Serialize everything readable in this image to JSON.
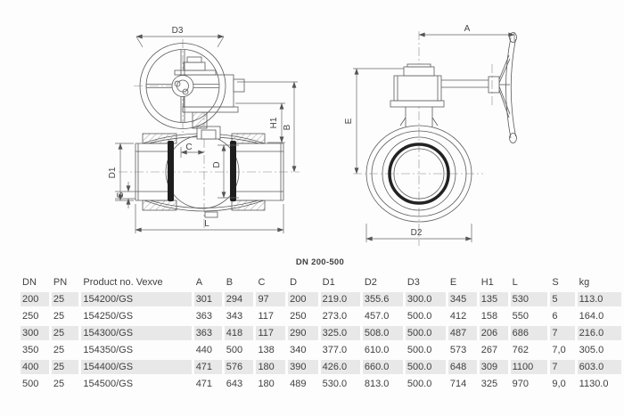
{
  "caption": "DN 200-500",
  "colors": {
    "drawing_line": "#5b5b5b",
    "text": "#3f3f3f",
    "table_stripe": "#e8e8e8",
    "seal_fill": "#1e1e1e"
  },
  "left_view": {
    "labels": {
      "d3": "D3",
      "h1": "H1",
      "b": "B",
      "c": "C",
      "d": "D",
      "d1": "D1",
      "s": "S",
      "l": "L"
    }
  },
  "right_view": {
    "labels": {
      "a": "A",
      "e": "E",
      "d2": "D2"
    }
  },
  "table": {
    "headers": [
      "DN",
      "PN",
      "Product no. Vexve",
      "A",
      "B",
      "C",
      "D",
      "D1",
      "D2",
      "D3",
      "E",
      "H1",
      "L",
      "S",
      "kg"
    ],
    "rows": [
      [
        "200",
        "25",
        "154200/GS",
        "301",
        "294",
        "97",
        "200",
        "219.0",
        "355.6",
        "300.0",
        "345",
        "135",
        "530",
        "5",
        "113.0"
      ],
      [
        "250",
        "25",
        "154250/GS",
        "363",
        "343",
        "117",
        "250",
        "273.0",
        "457.0",
        "500.0",
        "412",
        "158",
        "550",
        "6",
        "164.0"
      ],
      [
        "300",
        "25",
        "154300/GS",
        "363",
        "418",
        "117",
        "290",
        "325.0",
        "508.0",
        "500.0",
        "487",
        "206",
        "686",
        "7",
        "216.0"
      ],
      [
        "350",
        "25",
        "154350/GS",
        "440",
        "500",
        "138",
        "340",
        "377.0",
        "610.0",
        "500.0",
        "573",
        "267",
        "762",
        "7,0",
        "305.0"
      ],
      [
        "400",
        "25",
        "154400/GS",
        "471",
        "576",
        "180",
        "390",
        "426.0",
        "660.0",
        "500.0",
        "648",
        "309",
        "1100",
        "7",
        "603.0"
      ],
      [
        "500",
        "25",
        "154500/GS",
        "471",
        "643",
        "180",
        "489",
        "530.0",
        "813.0",
        "500.0",
        "714",
        "325",
        "970",
        "9,0",
        "1130.0"
      ]
    ]
  }
}
